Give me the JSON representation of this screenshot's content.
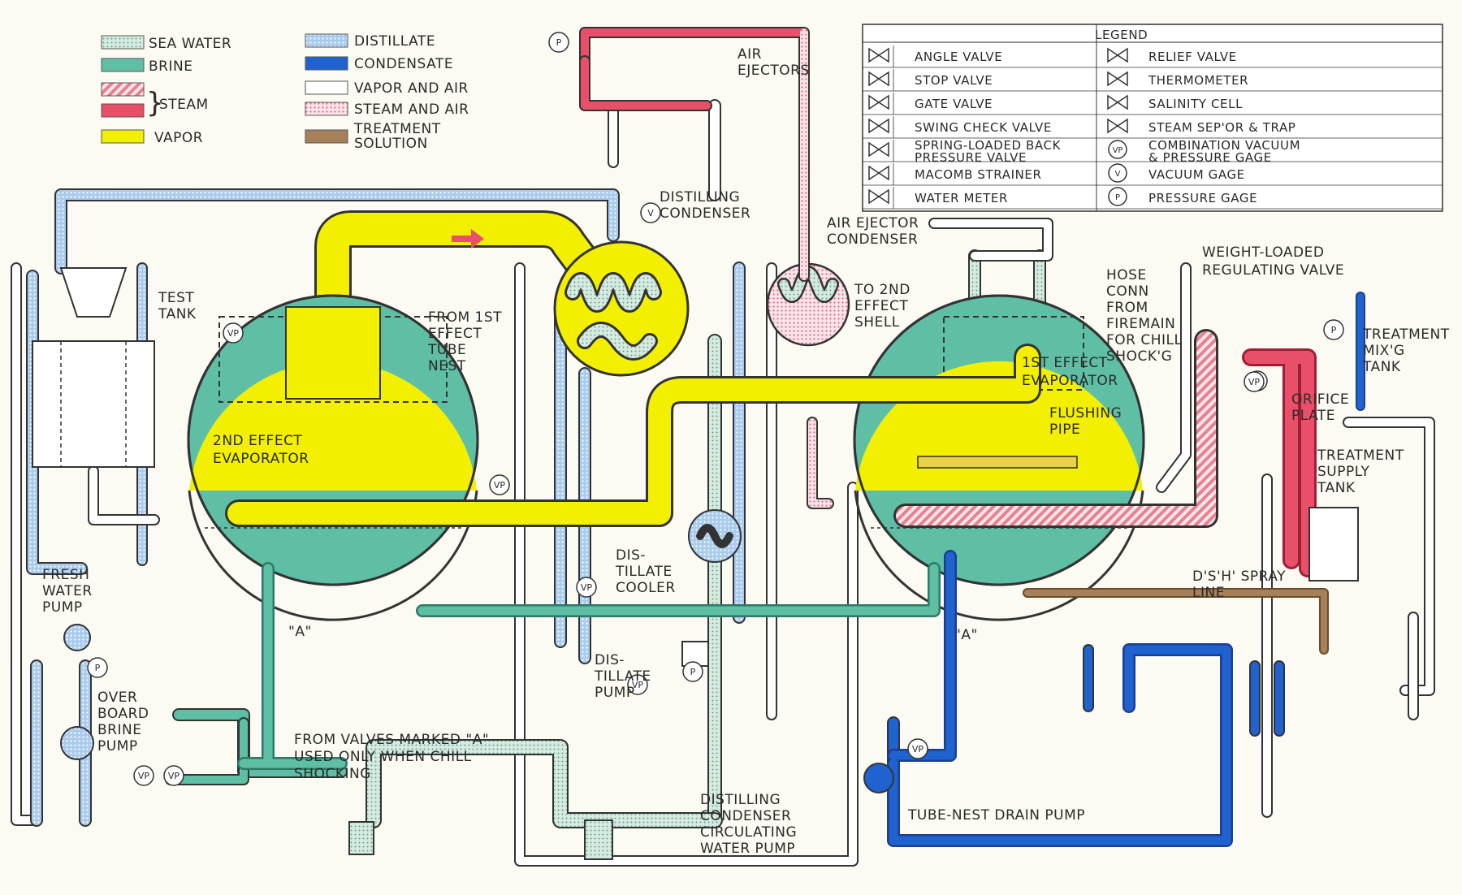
{
  "colors": {
    "sea_water": "#cfe3da",
    "brine": "#5fbfa5",
    "steam_hatch": "#e8808f",
    "steam": "#e8506a",
    "vapor": "#f2f000",
    "distillate": "#9fc4e8",
    "condensate": "#1f62d0",
    "vapor_and_air": "#ffffff",
    "steam_and_air": "#f7c9d3",
    "treatment": "#a6805a",
    "outline": "#4a4a4a"
  },
  "fluid_key": {
    "sea_water": "SEA WATER",
    "brine": "BRINE",
    "steam": "STEAM",
    "vapor": "VAPOR",
    "distillate": "DISTILLATE",
    "condensate": "CONDENSATE",
    "vapor_and_air": "VAPOR AND AIR",
    "steam_and_air": "STEAM AND AIR",
    "treatment_1": "TREATMENT",
    "treatment_2": "SOLUTION"
  },
  "legend": {
    "title": "LEGEND",
    "left": [
      {
        "icon": "angle-valve-icon",
        "label": "ANGLE VALVE"
      },
      {
        "icon": "stop-valve-icon",
        "label": "STOP VALVE"
      },
      {
        "icon": "gate-valve-icon",
        "label": "GATE VALVE"
      },
      {
        "icon": "swing-check-valve-icon",
        "label": "SWING CHECK VALVE"
      },
      {
        "icon": "back-pressure-valve-icon",
        "label": "SPRING-LOADED BACK",
        "label2": "PRESSURE VALVE"
      },
      {
        "icon": "macomb-strainer-icon",
        "label": "MACOMB STRAINER"
      },
      {
        "icon": "water-meter-icon",
        "label": "WATER METER"
      }
    ],
    "right": [
      {
        "icon": "relief-valve-icon",
        "label": "RELIEF VALVE"
      },
      {
        "icon": "thermometer-icon",
        "label": "THERMOMETER"
      },
      {
        "icon": "salinity-cell-icon",
        "label": "SALINITY CELL"
      },
      {
        "icon": "steam-separator-icon",
        "label": "STEAM SEP'OR & TRAP"
      },
      {
        "icon": "vacuum-pressure-gage-icon",
        "label": "COMBINATION VACUUM",
        "label2": "& PRESSURE GAGE",
        "glyph": "VP"
      },
      {
        "icon": "vacuum-gage-icon",
        "label": "VACUUM GAGE",
        "glyph": "V"
      },
      {
        "icon": "pressure-gage-icon",
        "label": "PRESSURE GAGE",
        "glyph": "P"
      }
    ]
  },
  "labels": {
    "air_ejectors": [
      "AIR",
      "EJECTORS"
    ],
    "distilling_condenser": [
      "DISTILLING",
      "CONDENSER"
    ],
    "air_ejector_condenser": [
      "AIR EJECTOR",
      "CONDENSER"
    ],
    "weight_loaded": [
      "WEIGHT-LOADED",
      "REGULATING VALVE"
    ],
    "test_tank": [
      "TEST",
      "TANK"
    ],
    "from_1st_effect": [
      "FROM 1ST",
      "EFFECT",
      "TUBE",
      "NEST"
    ],
    "to_2nd_effect": [
      "TO 2ND",
      "EFFECT",
      "SHELL"
    ],
    "hose_conn": [
      "HOSE",
      "CONN",
      "FROM",
      "FIREMAIN",
      "FOR CHILL",
      "SHOCK'G"
    ],
    "treatment_mix": [
      "TREATMENT",
      "MIX'G",
      "TANK"
    ],
    "orifice_plate": [
      "ORIFICE",
      "PLATE"
    ],
    "treatment_supply": [
      "TREATMENT",
      "SUPPLY",
      "TANK"
    ],
    "second_effect": [
      "2ND EFFECT",
      "EVAPORATOR"
    ],
    "first_effect": [
      "1ST EFFECT",
      "EVAPORATOR"
    ],
    "flushing_pipe": [
      "FLUSHING",
      "PIPE"
    ],
    "distillate_cooler": [
      "DIS-",
      "TILLATE",
      "COOLER"
    ],
    "dsh_spray": [
      "D'S'H' SPRAY",
      "LINE"
    ],
    "fresh_water_pump": [
      "FRESH",
      "WATER",
      "PUMP"
    ],
    "overboard_brine_pump": [
      "OVER",
      "BOARD",
      "BRINE",
      "PUMP"
    ],
    "distillate_pump": [
      "DIS-",
      "TILLATE",
      "PUMP"
    ],
    "valve_a": "\"A\"",
    "from_valves_a": [
      "FROM VALVES MARKED \"A\"",
      "USED ONLY WHEN CHILL",
      "SHOCKING"
    ],
    "circ_pump": [
      "DISTILLING",
      "CONDENSER",
      "CIRCULATING",
      "WATER PUMP"
    ],
    "tube_nest_drain": "TUBE-NEST DRAIN PUMP",
    "gage_vp": "VP",
    "gage_p": "P",
    "gage_v": "V"
  }
}
